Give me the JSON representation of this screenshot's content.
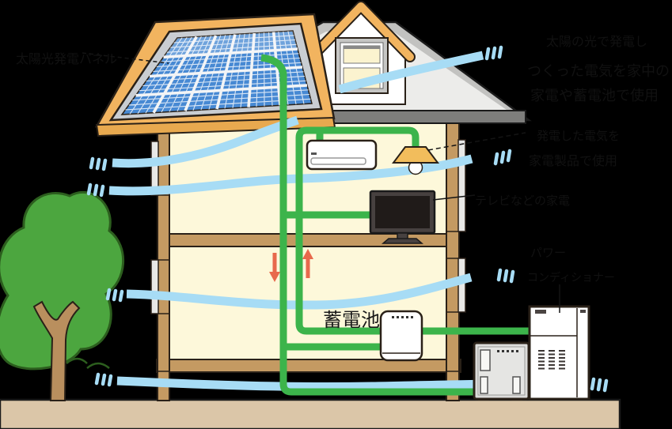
{
  "labels": {
    "solar_panel": "太陽光発電パネル",
    "note_line1": "太陽の光で発電し",
    "note_line2": "つくった電気を家中の",
    "note_line3": "家電や蓄電池で使用",
    "appliance_note_line1": "発電した電気を",
    "appliance_note_line2": "家電製品で使用",
    "tv_note": "テレビなどの家電",
    "unit_note_line1": "パワー",
    "unit_note_line2": "コンディショナー",
    "battery": "蓄電池"
  },
  "colors": {
    "background": "#000000",
    "wire_green": "#3CB44B",
    "wind_blue": "#A7DCF5",
    "arrow_red": "#E8694C",
    "roof_orange": "#F2B45F",
    "panel_blue": "#4789D3",
    "wall_cream": "#FDF8DA",
    "wood": "#C49A62",
    "roof_gray": "#ECECEA",
    "ground": "#DBC6A8",
    "tree_green": "#4CA63F"
  }
}
